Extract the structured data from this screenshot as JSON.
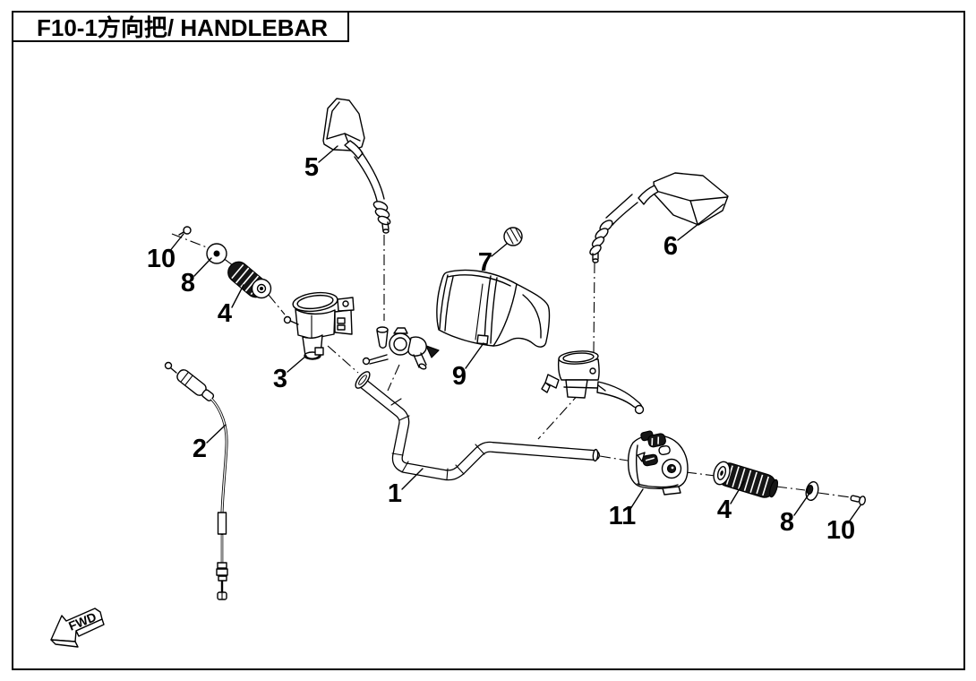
{
  "title": {
    "text": "F10-1方向把/ HANDLEBAR"
  },
  "direction_marker": {
    "text": "FWD"
  },
  "colors": {
    "background": "#ffffff",
    "line": "#000000",
    "dark_fill": "#161616"
  },
  "part_labels": [
    {
      "num": "1",
      "part": "handlebar"
    },
    {
      "num": "2",
      "part": "throttle-cable"
    },
    {
      "num": "3",
      "part": "throttle-housing"
    },
    {
      "num": "4",
      "part": "grip-left"
    },
    {
      "num": "4",
      "part": "grip-right"
    },
    {
      "num": "5",
      "part": "mirror-left"
    },
    {
      "num": "6",
      "part": "mirror-right"
    },
    {
      "num": "7",
      "part": "cover-screw"
    },
    {
      "num": "8",
      "part": "washer-left"
    },
    {
      "num": "8",
      "part": "washer-right"
    },
    {
      "num": "9",
      "part": "handlebar-cover"
    },
    {
      "num": "10",
      "part": "end-screw-left"
    },
    {
      "num": "10",
      "part": "end-screw-right"
    },
    {
      "num": "11",
      "part": "switch-housing"
    }
  ]
}
